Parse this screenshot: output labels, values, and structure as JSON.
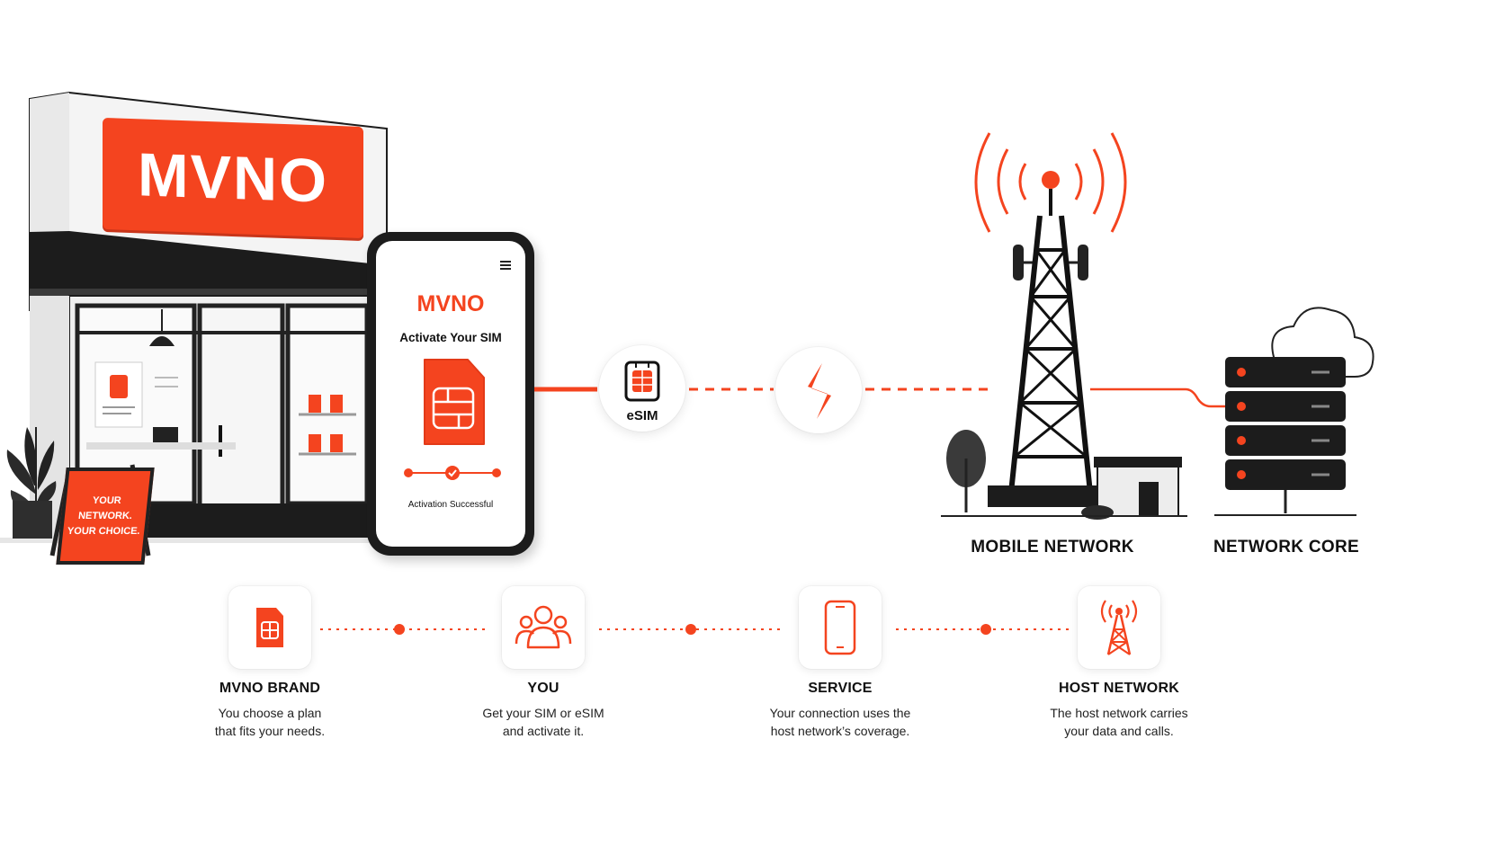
{
  "colors": {
    "accent": "#f4441f",
    "dark": "#1c1c1c",
    "light": "#f2f2f2"
  },
  "store": {
    "sign": "MVNO",
    "board_lines": [
      "YOUR",
      "NETWORK.",
      "YOUR CHOICE."
    ]
  },
  "phone": {
    "brand": "MVNO",
    "heading": "Activate Your SIM",
    "status": "Activation Successful",
    "menu_icon": "hamburger-menu-icon",
    "sim_icon": "sim-card-icon"
  },
  "esim_node": {
    "label": "eSIM",
    "icon": "esim-chip-icon"
  },
  "provider_node": {
    "icon": "provider-logo-icon"
  },
  "mobile_network": {
    "label": "MOBILE NETWORK",
    "icon": "cell-tower-icon"
  },
  "network_core": {
    "label": "NETWORK CORE",
    "icon": "server-rack-icon"
  },
  "steps": [
    {
      "icon": "sim-card-icon",
      "title": "MVNO BRAND",
      "desc_1": "You choose a plan",
      "desc_2": "that fits your needs."
    },
    {
      "icon": "users-icon",
      "title": "YOU",
      "desc_1": "Get your SIM or eSIM",
      "desc_2": "and activate it."
    },
    {
      "icon": "smartphone-icon",
      "title": "SERVICE",
      "desc_1": "Your connection uses the",
      "desc_2": "host network’s coverage."
    },
    {
      "icon": "antenna-tower-icon",
      "title": "HOST NETWORK",
      "desc_1": "The host network carries",
      "desc_2": "your data and calls."
    }
  ]
}
